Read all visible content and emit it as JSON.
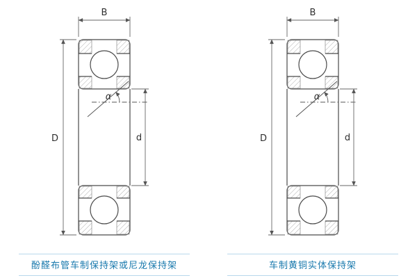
{
  "figures": [
    {
      "caption": "酚醛布管车制保持架或尼龙保持架",
      "labels": {
        "width": "B",
        "outer_diameter": "D",
        "bore_diameter": "d",
        "contact_angle": "α"
      }
    },
    {
      "caption": "车制黄铜实体保持架",
      "labels": {
        "width": "B",
        "outer_diameter": "D",
        "bore_diameter": "d",
        "contact_angle": "α"
      }
    }
  ],
  "colors": {
    "drawing_line": "#4a4a4a",
    "dimension_line": "#666666",
    "caption_text": "#1979ad",
    "caption_rule": "#b8d8ec",
    "background": "#ffffff"
  }
}
